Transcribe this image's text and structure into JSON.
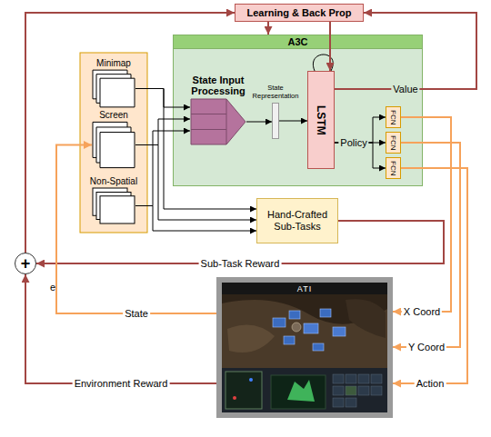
{
  "diagram": {
    "nodes": [
      {
        "text": [
          "Learning & Back Prop"
        ]
      },
      {
        "text": [
          "Minimap"
        ]
      },
      {
        "text": [
          "Screen"
        ]
      },
      {
        "text": [
          "Non-Spatial"
        ]
      },
      {
        "text": [
          "A3C"
        ]
      },
      {
        "text": [
          "State Input Processing"
        ],
        "in": 4
      },
      {
        "text": [
          "State Representation"
        ],
        "in": 4
      },
      {
        "text": [
          "LSTM"
        ],
        "in": 4
      },
      {
        "text": [
          "FCN"
        ],
        "in": 4
      },
      {
        "text": [
          "FCN"
        ],
        "in": 4
      },
      {
        "text": [
          "FCN"
        ],
        "in": 4
      },
      {
        "text": [
          "Hand-Crafted Sub-Tasks"
        ]
      },
      {
        "text": [
          "+"
        ]
      },
      {
        "text": [
          "ATI"
        ]
      }
    ],
    "edges": [
      {
        "from": 1,
        "to": 5,
        "arrow": "to"
      },
      {
        "from": 2,
        "to": 5,
        "arrow": "to"
      },
      {
        "from": 3,
        "to": 5,
        "arrow": "to"
      },
      {
        "from": 1,
        "to": 11,
        "arrow": "to"
      },
      {
        "from": 2,
        "to": 11,
        "arrow": "to"
      },
      {
        "from": 3,
        "to": 11,
        "arrow": "to"
      },
      {
        "from": 5,
        "to": 6,
        "arrow": "to"
      },
      {
        "from": 6,
        "to": 7,
        "arrow": "to"
      },
      {
        "from": 7,
        "to": 8,
        "arrow": "to"
      },
      {
        "from": 7,
        "to": 9,
        "label": "Policy",
        "arrow": "to"
      },
      {
        "from": 7,
        "to": 10,
        "arrow": "to"
      },
      {
        "from": 7,
        "to": 0,
        "label": "Value",
        "arrow": "to"
      },
      {
        "from": 0,
        "to": 4,
        "arrow": "to"
      },
      {
        "from": 0,
        "to": 7,
        "arrow": "to"
      },
      {
        "from": 12,
        "to": 0,
        "arrow": "to"
      },
      {
        "from": 11,
        "to": 12,
        "label": "Sub-Task Reward",
        "arrow": "to"
      },
      {
        "from": 13,
        "to": 12,
        "label": "Environment Reward",
        "arrow": "to"
      },
      {
        "from": 8,
        "to": 13,
        "label": "X Coord",
        "arrow": "to"
      },
      {
        "from": 9,
        "to": 13,
        "label": "Y Coord",
        "arrow": "to"
      },
      {
        "from": 10,
        "to": 13,
        "label": "Action",
        "arrow": "to"
      },
      {
        "from": 13,
        "to": 2,
        "label": "State",
        "arrow": "to"
      }
    ],
    "labels": [
      "e"
    ]
  }
}
